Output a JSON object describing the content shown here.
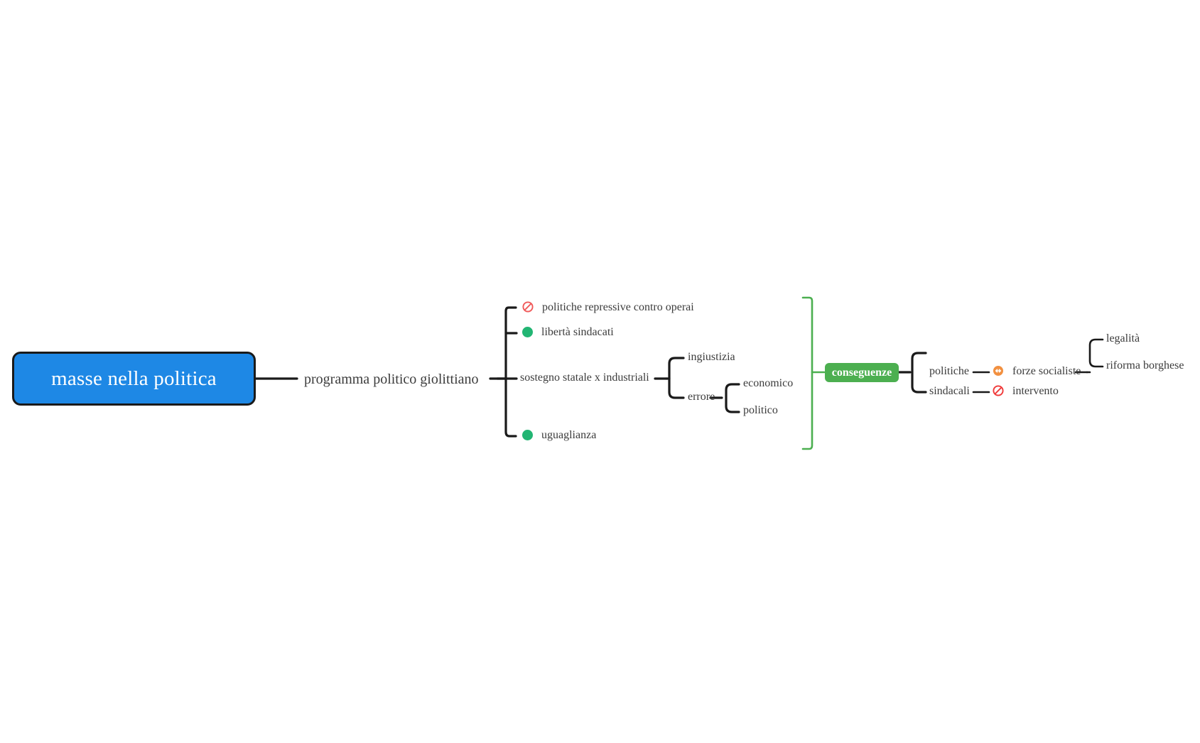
{
  "document": {
    "type": "mind-map",
    "background_color": "#ffffff",
    "text_color": "#3c3c3c"
  },
  "colors": {
    "root_fill": "#1e88e5",
    "root_border": "#1a1a1a",
    "root_text": "#ffffff",
    "summary_fill": "#4caf50",
    "summary_text": "#ffffff",
    "summary_bracket": "#4caf50",
    "link": "#1a1a1a",
    "icon_prohibited": "#f05a5a",
    "icon_bidirectional": "#f29040",
    "icon_dot_green": "#22b573"
  },
  "root": {
    "label": "masse nella politica"
  },
  "main_branch": {
    "label": "programma politico giolittiano"
  },
  "branch_children": [
    {
      "label": "politiche repressive contro operai",
      "icon": "prohibited-icon"
    },
    {
      "label": "libertà sindacati",
      "icon": "green-dot-icon"
    },
    {
      "label": "sostegno statale x industriali",
      "icon": null,
      "children": [
        {
          "label": "ingiustizia"
        },
        {
          "label": "errore",
          "children": [
            {
              "label": "economico"
            },
            {
              "label": "politico"
            }
          ]
        }
      ]
    },
    {
      "label": "uguaglianza",
      "icon": "green-dot-icon"
    }
  ],
  "summary": {
    "label": "conseguenze",
    "children": [
      {
        "label": "politiche",
        "link_icon": "bidirectional-arrow-icon",
        "target": "forze socialiste",
        "children": [
          {
            "label": "legalità"
          },
          {
            "label": "riforma borghese"
          }
        ]
      },
      {
        "label": "sindacali",
        "link_icon": "prohibited-icon",
        "target": "intervento"
      }
    ]
  }
}
